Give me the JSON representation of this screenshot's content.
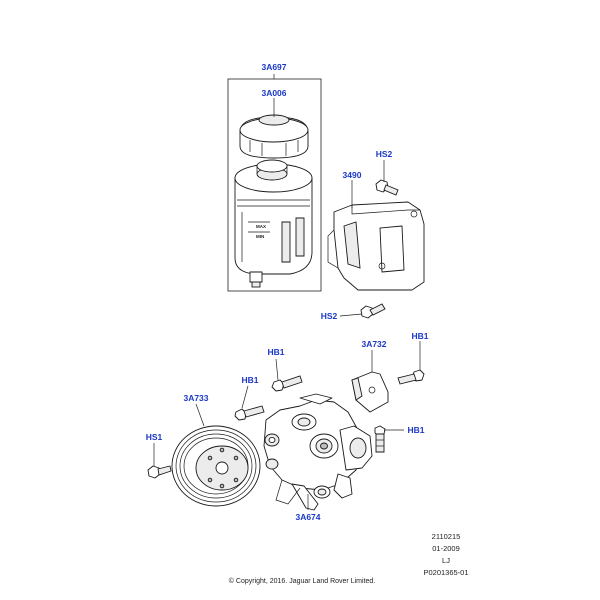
{
  "callouts": {
    "kit": "3A697",
    "cap": "3A006",
    "reservoir_bracket": "3490",
    "bracket_bolt_upper": "HS2",
    "bracket_bolt_lower": "HS2",
    "pump_bolt_upper": "HB1",
    "pump_bolt_left": "HB1",
    "pump_bolt_right_top": "HB1",
    "pump_bolt_right": "HB1",
    "pulley": "3A733",
    "pulley_bolt": "HS1",
    "cover": "3A732",
    "pump": "3A674"
  },
  "reservoir_marks": {
    "max": "MAX",
    "min": "MIN"
  },
  "reference": {
    "line1": "2110215",
    "line2": "01-2009",
    "line3": "LJ",
    "line4": "P0201365-01"
  },
  "copyright": "© Copyright, 2016. Jaguar Land Rover Limited."
}
